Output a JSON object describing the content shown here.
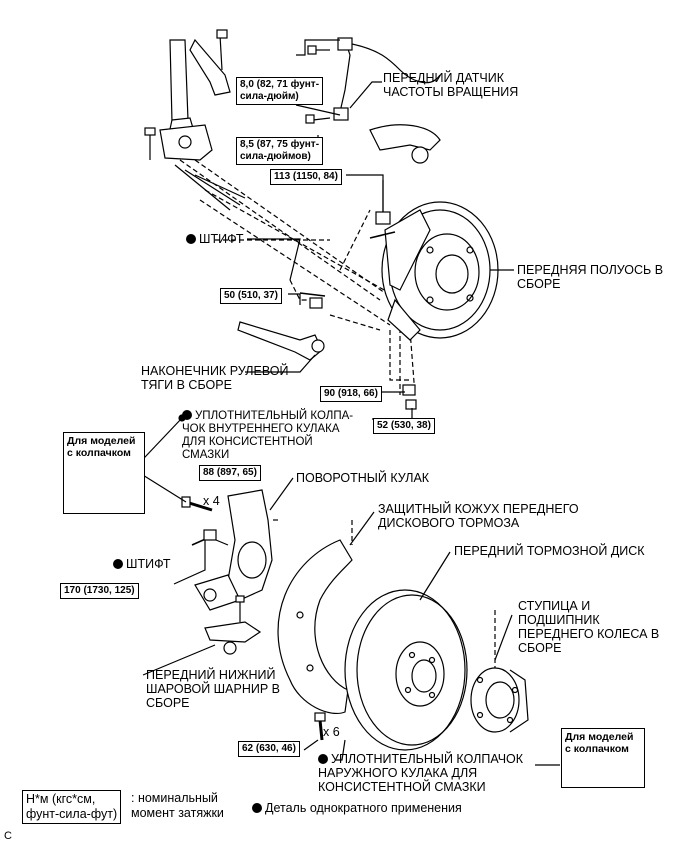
{
  "labels": {
    "front_speed_sensor": "ПЕРЕДНИЙ ДАТЧИК\nЧАСТОТЫ ВРАЩЕНИЯ",
    "pin_top": "ШТИФТ",
    "front_axle_assembly": "ПЕРЕДНЯЯ ПОЛУОСЬ В\nСБОРЕ",
    "tie_rod_end": "НАКОНЕЧНИК РУЛЕВОЙ\nТЯГИ В СБОРЕ",
    "inner_grease_cap": "УПЛОТНИТЕЛЬНЫЙ КОЛПА-\nЧОК ВНУТРЕННЕГО КУЛАКА\nДЛЯ КОНСИСТЕНТНОЙ\nСМАЗКИ",
    "steering_knuckle": "ПОВОРОТНЫЙ КУЛАК",
    "disc_brake_dust_cover": "ЗАЩИТНЫЙ КОЖУХ ПЕРЕДНЕГО\nДИСКОВОГО ТОРМОЗА",
    "front_disc": "ПЕРЕДНИЙ ТОРМОЗНОЙ ДИСК",
    "pin_bottom": "ШТИФТ",
    "hub_bearing": "СТУПИЦА И\nПОДШИПНИК\nПЕРЕДНЕГО КОЛЕСА В\nСБОРЕ",
    "lower_ball_joint": "ПЕРЕДНИЙ НИЖНИЙ\nШАРОВОЙ ШАРНИР В\nСБОРЕ",
    "outer_grease_cap": "УПЛОТНИТЕЛЬНЫЙ КОЛПАЧОК\nНАРУЖНОГО КУЛАКА ДЛЯ\nКОНСИСТЕНТНОЙ СМАЗКИ"
  },
  "torques": {
    "t1": "8,0 (82, 71 фунт-\nсила-дюйм)",
    "t2": "8,5 (87, 75 фунт-\nсила-дюймов)",
    "t3": "113 (1150, 84)",
    "t4": "50 (510, 37)",
    "t5": "90 (918, 66)",
    "t6": "52 (530, 38)",
    "t7": "88 (897, 65)",
    "t8": "170 (1730, 125)",
    "t9": "62 (630, 46)"
  },
  "counts": {
    "x4": "x 4",
    "x6": "x 6"
  },
  "inset": {
    "cap_models_left": "Для моделей\nс колпачком",
    "cap_models_right": "Для моделей\nс колпачком"
  },
  "legend": {
    "unit_box": "Н*м (кгс*см,\nфунт-сила-фут)",
    "unit_text": ": номинальный\nмомент затяжки",
    "one_time": "Деталь однократного применения"
  },
  "corner_mark": "C"
}
